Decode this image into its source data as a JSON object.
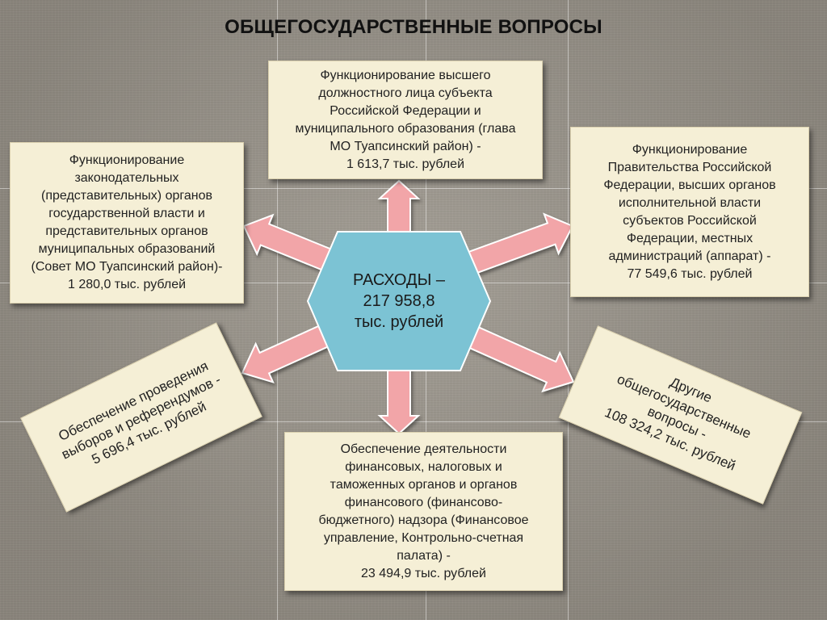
{
  "title": "ОБЩЕГОСУДАРСТВЕННЫЕ ВОПРОСЫ",
  "center": "РАСХОДЫ –\n217 958,8\nтыс. рублей",
  "items": {
    "top": "Функционирование высшего\nдолжностного лица субъекта\nРоссийской Федерации и\nмуниципального образования (глава\nМО Туапсинский район) -\n1 613,7 тыс. рублей",
    "left": "Функционирование\nзаконодательных\n(представительных) органов\nгосударственной власти и\nпредставительных органов\nмуниципальных образований\n(Совет МО Туапсинский район)-\n1 280,0 тыс. рублей",
    "right": "Функционирование\nПравительства Российской\nФедерации, высших органов\nисполнительной власти\nсубъектов Российской\nФедерации, местных\nадминистраций (аппарат) -\n77 549,6 тыс. рублей",
    "lower_left": "Обеспечение проведения\nвыборов и референдумов -\n5 696,4 тыс. рублей",
    "lower_right": "Другие\nобщегосударственные\nвопросы -\n108 324,2 тыс. рублей",
    "bottom": "Обеспечение деятельности\nфинансовых, налоговых и\nтаможенных органов и органов\nфинансового (финансово-\nбюджетного) надзора (Финансовое\nуправление, Контрольно-счетная\nпалата) -\n23 494,9 тыс. рублей"
  },
  "colors": {
    "hexagon_fill": "#7cc3d4",
    "arrow_fill": "#f2a5a8",
    "arrow_stroke": "#ffffff",
    "box_fill": "#f5efd6"
  }
}
